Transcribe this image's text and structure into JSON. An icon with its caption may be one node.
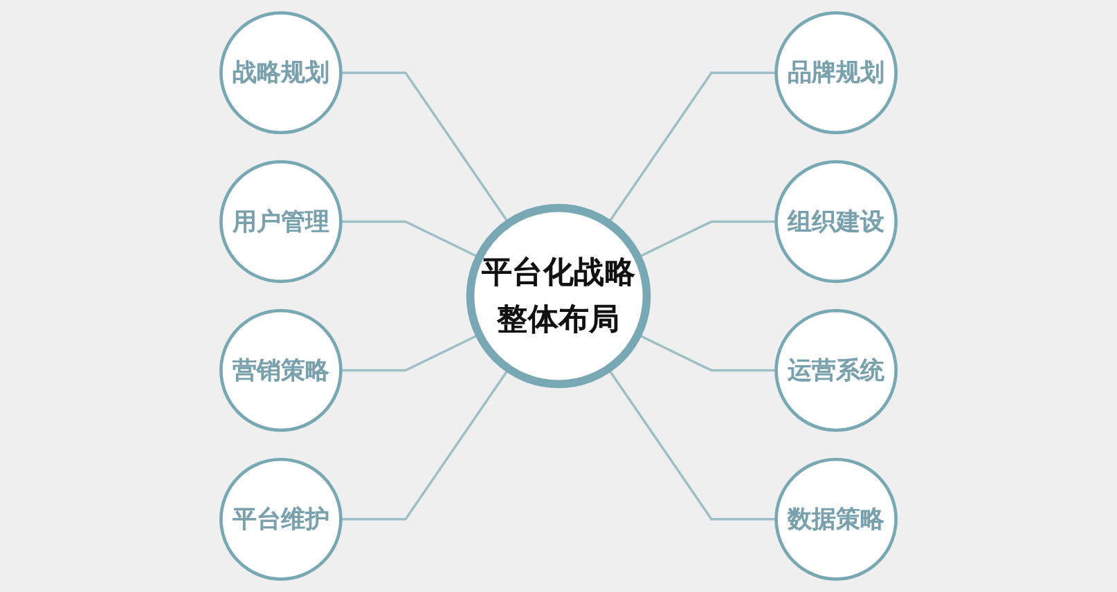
{
  "diagram": {
    "nodes": [
      {
        "text": [
          "战略规划"
        ]
      },
      {
        "text": [
          "用户管理"
        ]
      },
      {
        "text": [
          "品牌规划"
        ]
      },
      {
        "text": [
          "营销策略"
        ]
      },
      {
        "text": [
          "平台化战略整体布局"
        ]
      },
      {
        "text": [
          "组织建设"
        ]
      },
      {
        "text": [
          "平台维护"
        ]
      },
      {
        "text": [
          "运营系统"
        ]
      },
      {
        "text": [
          "数据策略"
        ]
      }
    ],
    "edges": [
      {
        "from": 0,
        "to": 4,
        "arrow": "none"
      },
      {
        "from": 1,
        "to": 4,
        "arrow": "none"
      },
      {
        "from": 4,
        "to": 2,
        "arrow": "none"
      },
      {
        "from": 3,
        "to": 4,
        "arrow": "none"
      },
      {
        "from": 4,
        "to": 5,
        "arrow": "none"
      },
      {
        "from": 6,
        "to": 4,
        "arrow": "none"
      },
      {
        "from": 4,
        "to": 7,
        "arrow": "none"
      },
      {
        "from": 4,
        "to": 8,
        "arrow": "none"
      }
    ]
  }
}
